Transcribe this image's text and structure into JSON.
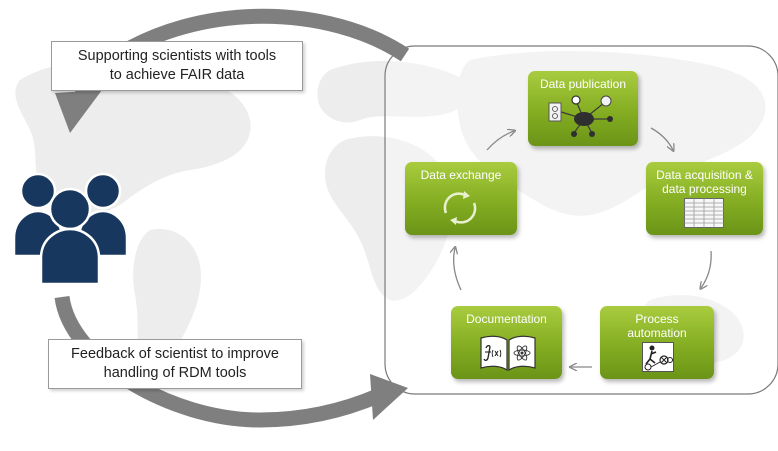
{
  "callouts": {
    "top": [
      "Supporting scientists with tools",
      "to achieve FAIR data"
    ],
    "bottom": [
      "Feedback of scientist to improve",
      "handling of RDM tools"
    ]
  },
  "cycle_steps": {
    "publication": [
      "Data publication"
    ],
    "acquisition": [
      "Data acquisition &",
      "data processing"
    ],
    "automation": [
      "Process",
      "automation"
    ],
    "documentation": [
      "Documentation"
    ],
    "exchange": [
      "Data exchange"
    ]
  },
  "icons": {
    "users": "user-group-icon",
    "publication": "data-network-icon",
    "acquisition": "data-table-icon",
    "automation": "workflow-automation-icon",
    "documentation": "open-notebook-icon",
    "exchange": "circular-arrows-icon"
  },
  "colors": {
    "step_green": "#84ad22",
    "users_navy": "#17375e",
    "arrow_gray": "#808080",
    "map_gray": "#ececec"
  }
}
